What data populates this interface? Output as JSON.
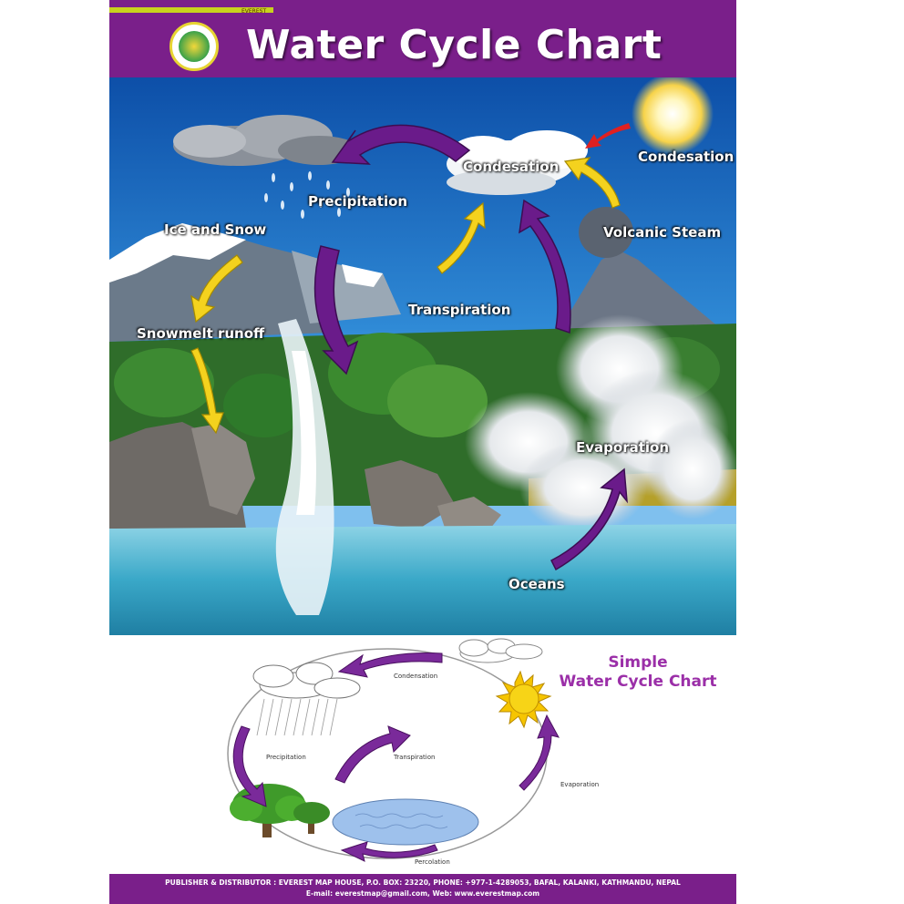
{
  "header": {
    "badge": "EVEREST",
    "title": "Water Cycle Chart"
  },
  "photo_labels": {
    "condensation_cloud": "Condesation",
    "condensation_sun": "Condesation",
    "precipitation": "Precipitation",
    "ice_and_snow": "Ice and Snow",
    "volcanic_steam": "Volcanic Steam",
    "transpiration": "Transpiration",
    "snowmelt_runoff": "Snowmelt runoff",
    "evaporation": "Evaporation",
    "oceans": "Oceans"
  },
  "simple_chart": {
    "title_line1": "Simple",
    "title_line2": "Water Cycle Chart",
    "labels": {
      "condensation": "Condensation",
      "precipitation": "Precipitation",
      "transpiration": "Transpiration",
      "evaporation": "Evaporation",
      "percolation": "Percolation"
    }
  },
  "footer": {
    "line1": "PUBLISHER & DISTRIBUTOR : EVEREST MAP HOUSE, P.O. BOX: 23220, PHONE: +977-1-4289053, BAFAL, KALANKI, KATHMANDU, NEPAL",
    "line2": "E-mail: everestmap@gmail.com, Web: www.everestmap.com"
  },
  "colors": {
    "brand_purple": "#7a1f8a",
    "arrow_purple": "#6a1b8a",
    "arrow_yellow": "#f4d21e",
    "arrow_red": "#e02020",
    "title_accent": "#9b2fa8"
  }
}
